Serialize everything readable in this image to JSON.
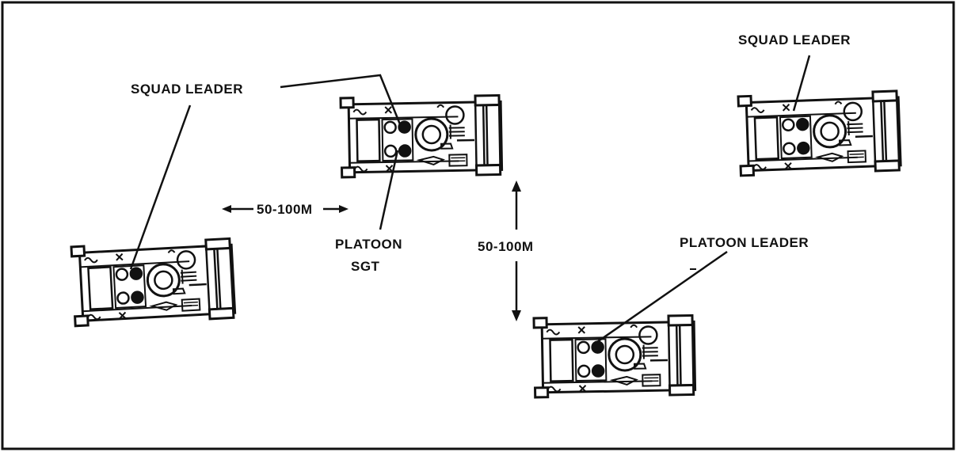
{
  "labels": {
    "squad_leader_left": "SQUAD LEADER",
    "squad_leader_right": "SQUAD LEADER",
    "platoon_sgt_line1": "PLATOON",
    "platoon_sgt_line2": "SGT",
    "platoon_leader": "PLATOON LEADER",
    "distance_horizontal": "50-100M",
    "distance_vertical": "50-100M"
  },
  "vehicles": [
    {
      "id": "left",
      "role": "squad-leader"
    },
    {
      "id": "center",
      "role": "platoon-sgt"
    },
    {
      "id": "right",
      "role": "squad-leader"
    },
    {
      "id": "bottom",
      "role": "platoon-leader"
    }
  ],
  "colors": {
    "ink": "#111111",
    "background": "#ffffff"
  }
}
